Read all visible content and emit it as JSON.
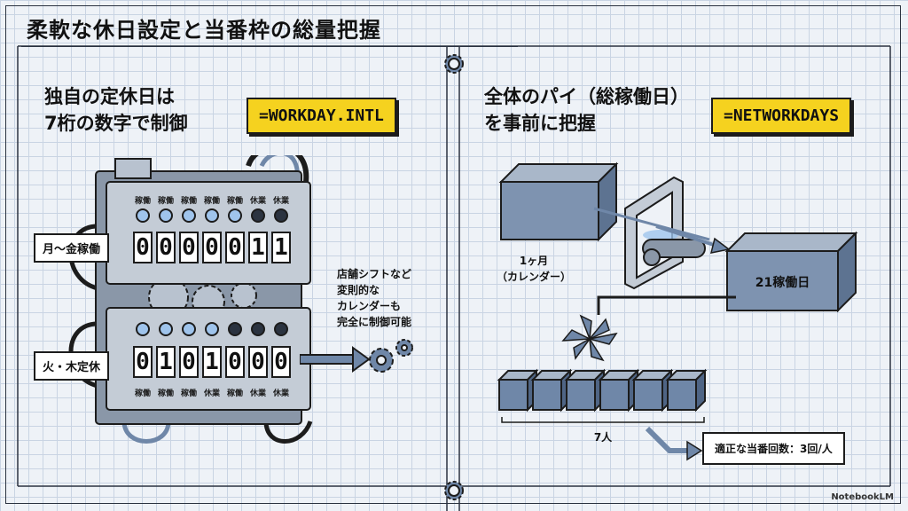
{
  "title": "柔軟な休日設定と当番枠の総量把握",
  "left": {
    "heading_line1": "独自の定休日は",
    "heading_line2": "7桁の数字で制御",
    "formula": "=WORKDAY.INTL",
    "row1": {
      "label": "月〜金稼働",
      "day_labels": [
        "稼働",
        "稼働",
        "稼働",
        "稼働",
        "稼働",
        "休業",
        "休業"
      ],
      "digits": [
        "0",
        "0",
        "0",
        "0",
        "0",
        "1",
        "1"
      ]
    },
    "row2": {
      "label": "火・木定休",
      "day_labels": [
        "稼働",
        "稼働",
        "稼働",
        "休業",
        "稼働",
        "休業",
        "休業"
      ],
      "digits": [
        "0",
        "1",
        "0",
        "1",
        "0",
        "0",
        "0"
      ]
    },
    "note_lines": [
      "店舗シフトなど",
      "変則的な",
      "カレンダーも",
      "完全に制御可能"
    ]
  },
  "right": {
    "heading_line1": "全体のパイ（総稼働日）",
    "heading_line2": "を事前に把握",
    "formula": "=NETWORKDAYS",
    "month_label_line1": "1ヶ月",
    "month_label_line2": "（カレンダー）",
    "output_box": "21稼働日",
    "people_label": "7人",
    "result": "適正な当番回数：3回/人"
  },
  "logo": "NotebookLM",
  "colors": {
    "accent_yellow": "#f5d21f",
    "steel_blue": "#6f87a8",
    "dark": "#1c1c1c"
  }
}
